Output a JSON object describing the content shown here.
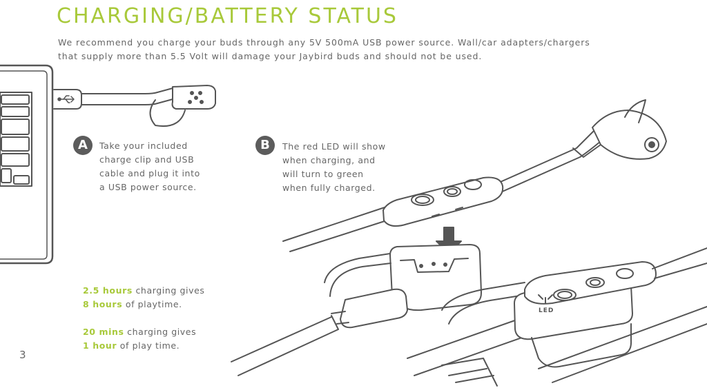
{
  "header": {
    "title": "CHARGING/BATTERY STATUS"
  },
  "intro": {
    "line1": "We recommend you charge your buds through any 5V 500mA USB power source. Wall/car adapters/chargers",
    "line2": "that supply more than 5.5 Volt will damage your Jaybird buds and should not be used."
  },
  "step_a": {
    "badge": "A",
    "lines": [
      "Take your included",
      "charge clip and USB",
      "cable and plug it into",
      "a USB power source."
    ]
  },
  "step_b": {
    "badge": "B",
    "lines": [
      "The red LED will show",
      "when charging, and",
      "will turn to green",
      "when fully charged."
    ]
  },
  "stats": {
    "s1_hl": "2.5 hours",
    "s1_rest": " charging gives",
    "s2_hl": "8 hours",
    "s2_rest": " of playtime.",
    "s3_hl": "20 mins",
    "s3_rest": " charging gives",
    "s4_hl": "1 hour",
    "s4_rest": " of play time."
  },
  "illustration": {
    "led_label": "LED",
    "usb_icon": "usb-icon"
  },
  "page": {
    "number": "3"
  },
  "colors": {
    "accent": "#a8c93a",
    "badge": "#5c5c5c",
    "line": "#555555"
  }
}
